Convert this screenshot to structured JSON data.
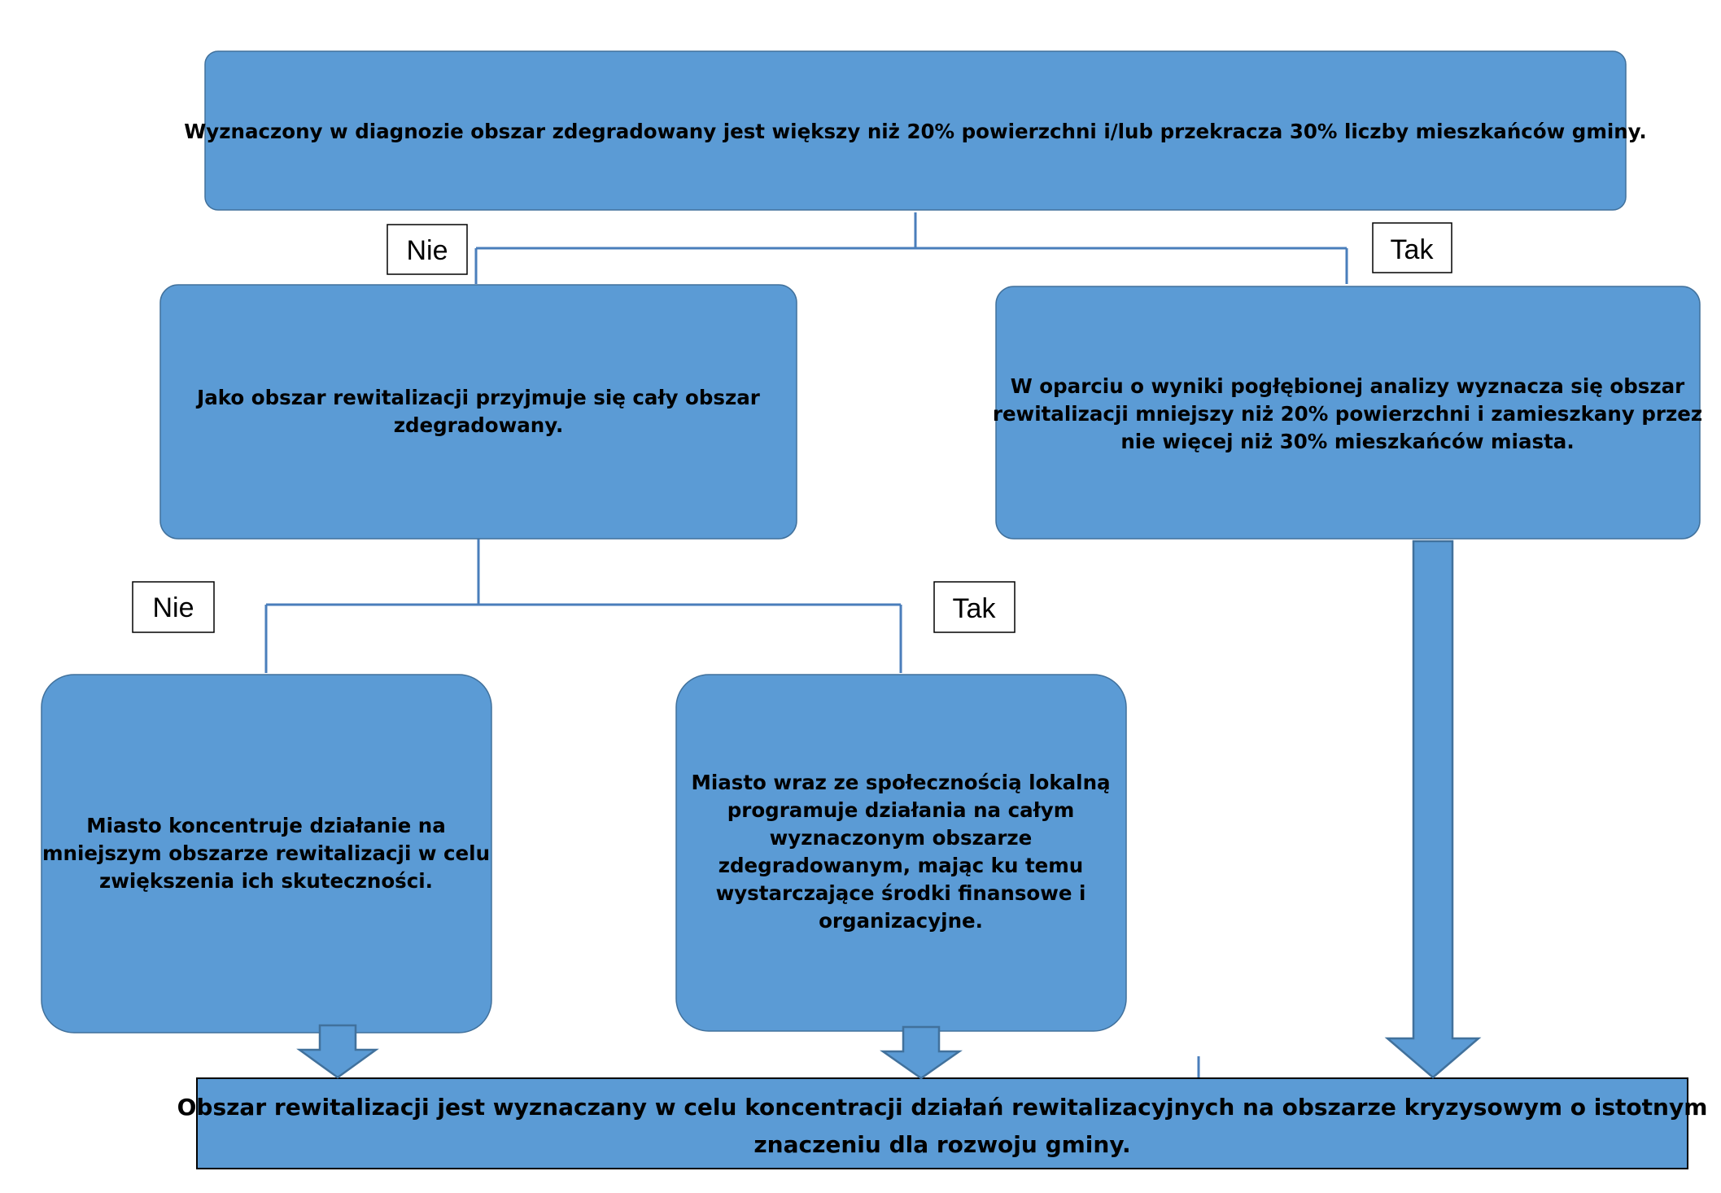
{
  "colors": {
    "box_fill": "#5b9bd5",
    "box_stroke": "#41719c",
    "connector": "#4a7ebb",
    "label_border": "#000000",
    "text": "#000000"
  },
  "nodes": {
    "top": {
      "lines": [
        "Wyznaczony w diagnozie obszar zdegradowany jest większy niż 20% powierzchni i/lub przekracza 30% liczby mieszkańców gminy."
      ]
    },
    "left_mid": {
      "lines": [
        "Jako obszar rewitalizacji przyjmuje się cały obszar",
        "zdegradowany."
      ]
    },
    "right_mid": {
      "lines": [
        "W oparciu o wyniki pogłębionej analizy wyznacza się obszar",
        "rewitalizacji mniejszy niż 20% powierzchni i zamieszkany przez",
        "nie więcej niż 30% mieszkańców miasta."
      ]
    },
    "bottom_left": {
      "lines": [
        "Miasto koncentruje działanie na",
        "mniejszym obszarze rewitalizacji w celu",
        "zwiększenia ich skuteczności."
      ]
    },
    "bottom_center": {
      "lines": [
        "Miasto wraz ze społecznością lokalną",
        "programuje działania na całym",
        "wyznaczonym obszarze",
        "zdegradowanym, mając ku temu",
        "wystarczające środki finansowe i",
        "organizacyjne."
      ]
    },
    "final": {
      "lines": [
        "Obszar rewitalizacji jest wyznaczany w celu koncentracji działań rewitalizacyjnych na obszarze kryzysowym o istotnym",
        "znaczeniu dla rozwoju gminy."
      ]
    }
  },
  "labels": {
    "no_top": "Nie",
    "yes_top": "Tak",
    "no_bottom": "Nie",
    "yes_bottom": "Tak"
  }
}
